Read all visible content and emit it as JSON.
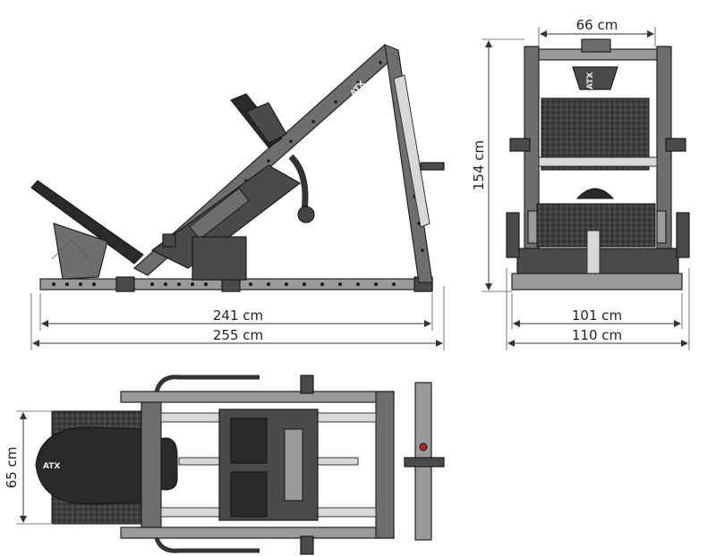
{
  "dimensions": {
    "side_length_inner": "241 cm",
    "side_length_outer": "255 cm",
    "height": "154 cm",
    "front_top_width": "66 cm",
    "front_width_inner": "101 cm",
    "front_width_outer": "110 cm",
    "top_depth": "65 cm"
  },
  "brand": {
    "logo_text": "ATX"
  },
  "colors": {
    "frame": "#6e6e6e",
    "frame_dark": "#4a4a4a",
    "pad": "#2a2a2a",
    "background": "#ffffff"
  }
}
